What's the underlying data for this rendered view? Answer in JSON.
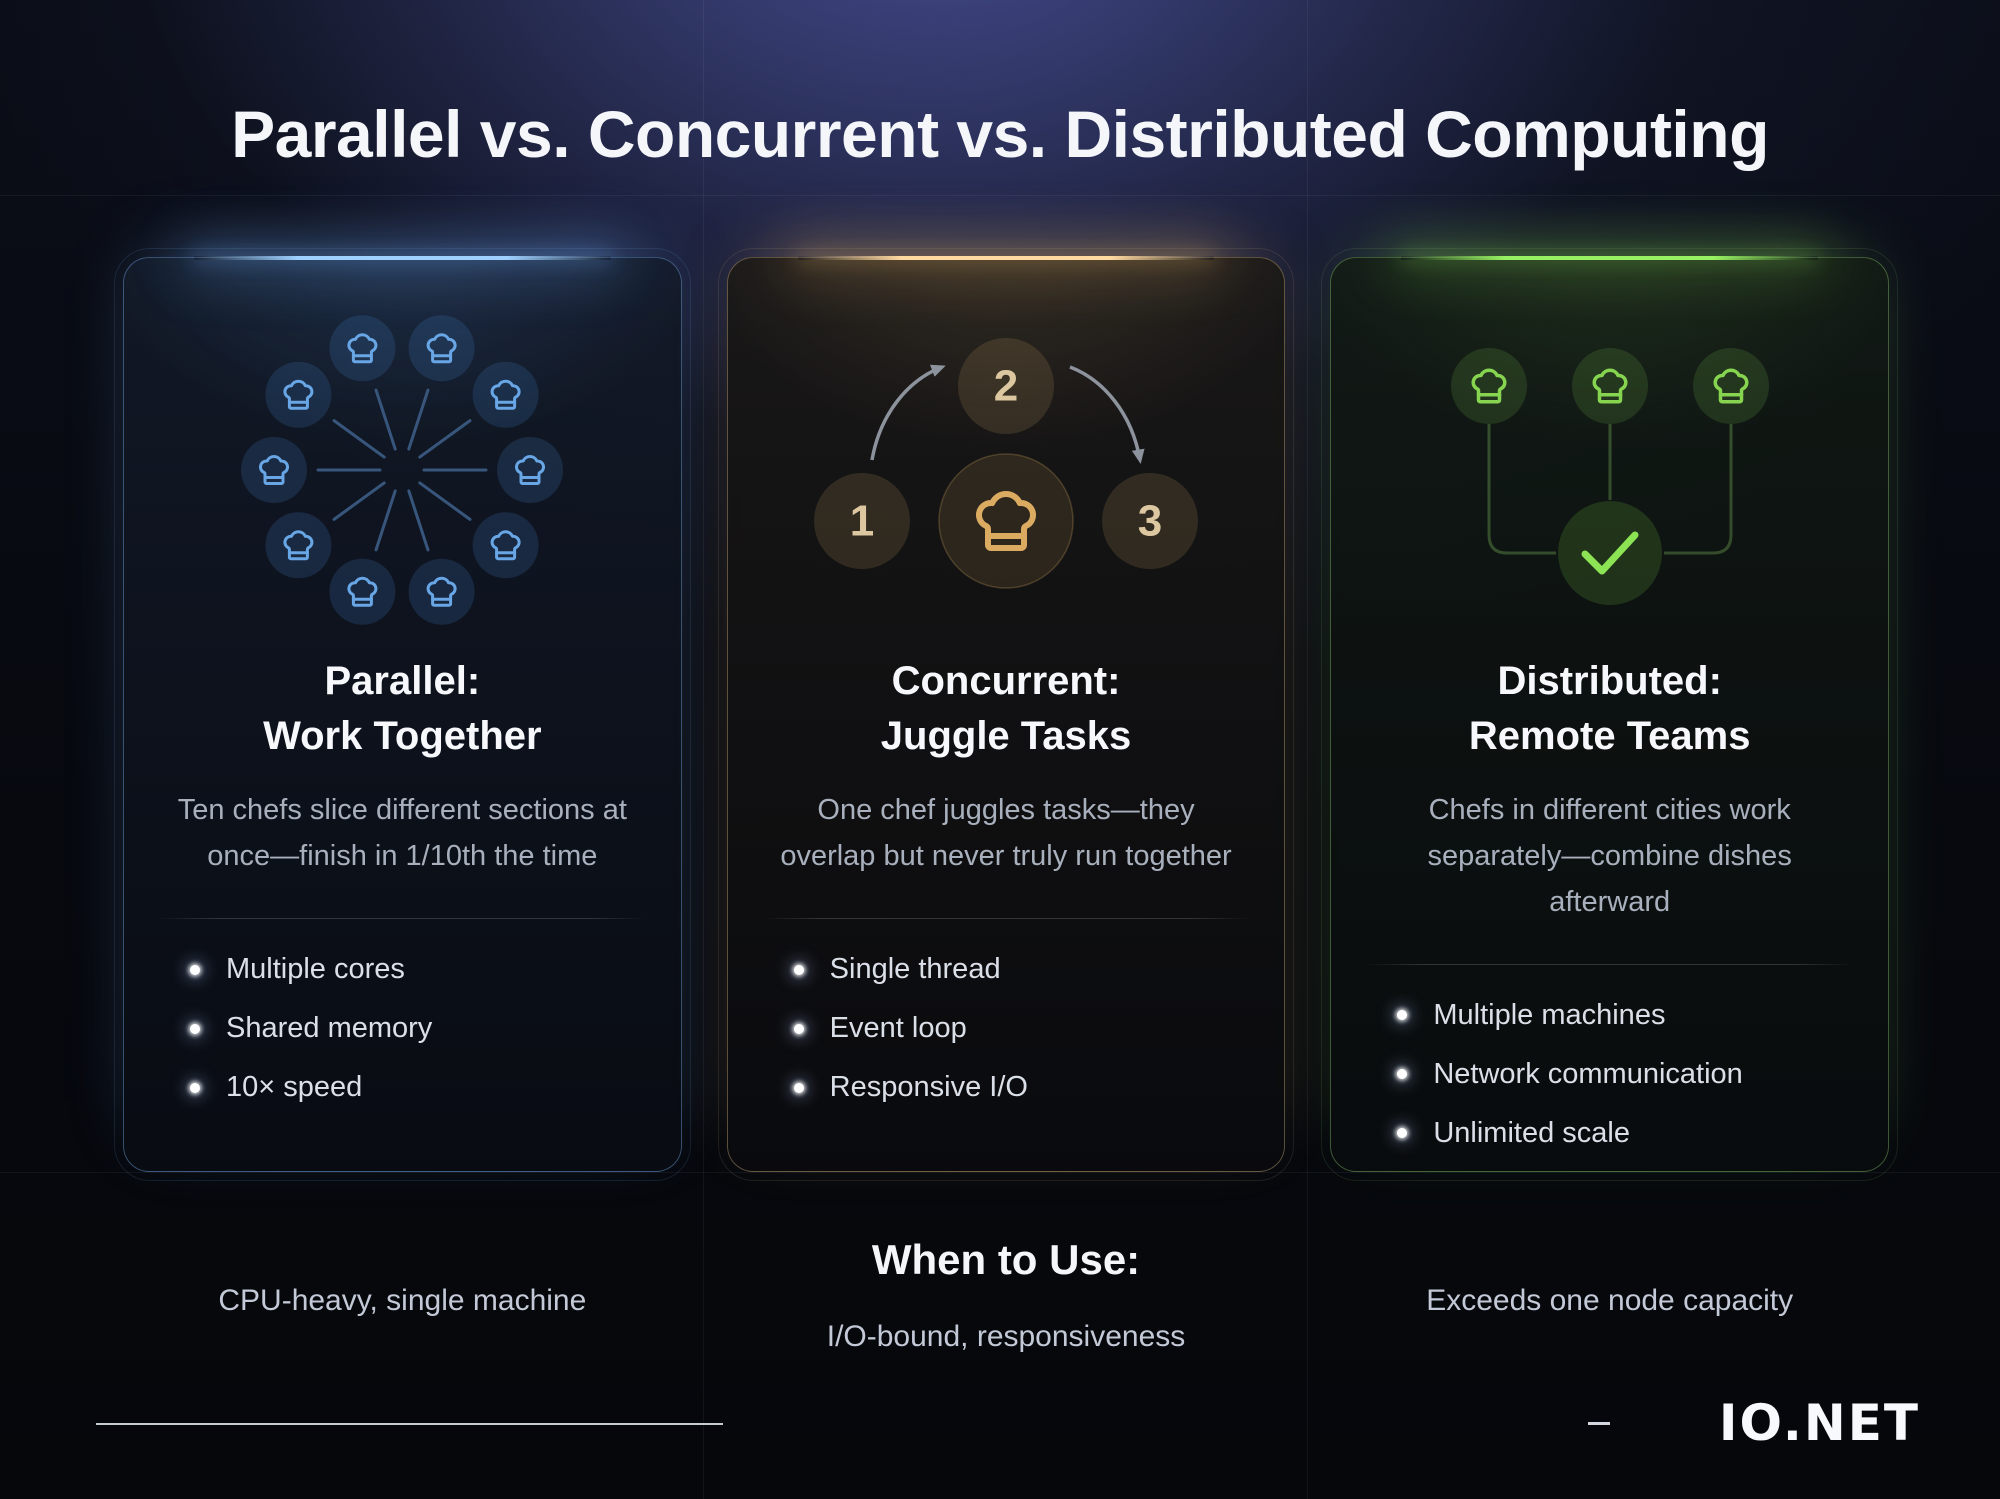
{
  "title": "Parallel vs. Concurrent vs. Distributed Computing",
  "cards": [
    {
      "name": "parallel",
      "accent": "#6fb1ff",
      "glow": "#9fd0ff",
      "icon": "chef-hats-ring-icon",
      "title_line1": "Parallel:",
      "title_line2": "Work Together",
      "description": "Ten chefs slice different sections at once—finish in 1/10th the time",
      "bullets": [
        "Multiple cores",
        "Shared memory",
        "10× speed"
      ],
      "note": "CPU-heavy, single machine"
    },
    {
      "name": "concurrent",
      "accent": "#e3b876",
      "glow": "#ffd9a0",
      "icon": "chef-hat-juggle-icon",
      "title_line1": "Concurrent:",
      "title_line2": "Juggle Tasks",
      "description": "One chef juggles tasks—they overlap but never truly run together",
      "bullets": [
        "Single thread",
        "Event loop",
        "Responsive I/O"
      ],
      "steps": [
        "1",
        "2",
        "3"
      ],
      "when_heading": "When to Use:",
      "note": "I/O-bound, responsiveness"
    },
    {
      "name": "distributed",
      "accent": "#8ad65a",
      "glow": "#97f162",
      "icon": "chef-hats-network-icon",
      "title_line1": "Distributed:",
      "title_line2": "Remote Teams",
      "description": "Chefs in different cities work separately—combine dishes afterward",
      "bullets": [
        "Multiple machines",
        "Network communication",
        "Unlimited scale"
      ],
      "note": "Exceeds one node capacity"
    }
  ],
  "footer": {
    "brand": "IO.NET"
  }
}
